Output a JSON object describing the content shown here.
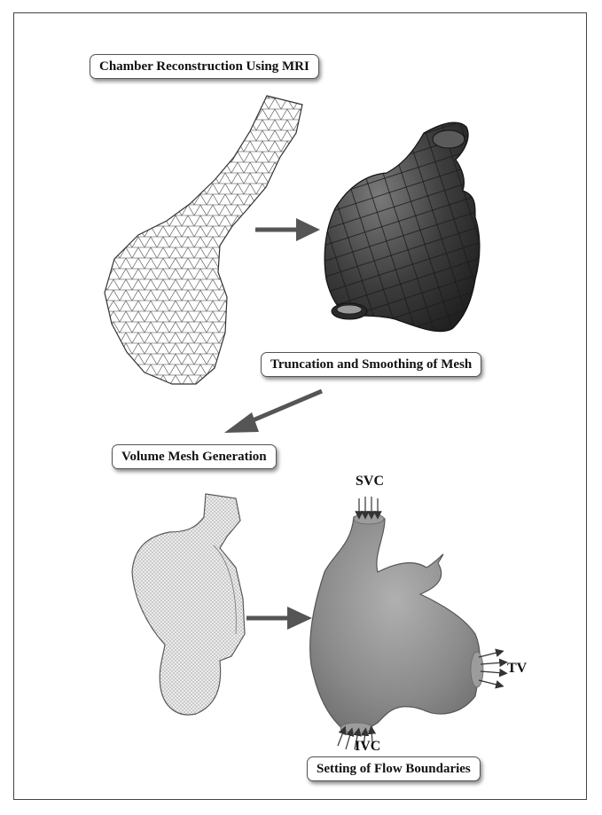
{
  "labels": {
    "chamber": "Chamber Reconstruction Using MRI",
    "truncation": "Truncation and Smoothing of Mesh",
    "volume": "Volume Mesh Generation",
    "flow": "Setting of Flow Boundaries"
  },
  "boundaries": {
    "svc": "SVC",
    "tv": "TV",
    "ivc": "IVC"
  },
  "colors": {
    "arrow": "#555555",
    "mesh_line": "#555555",
    "solid_surface": "#8a8a8a"
  }
}
